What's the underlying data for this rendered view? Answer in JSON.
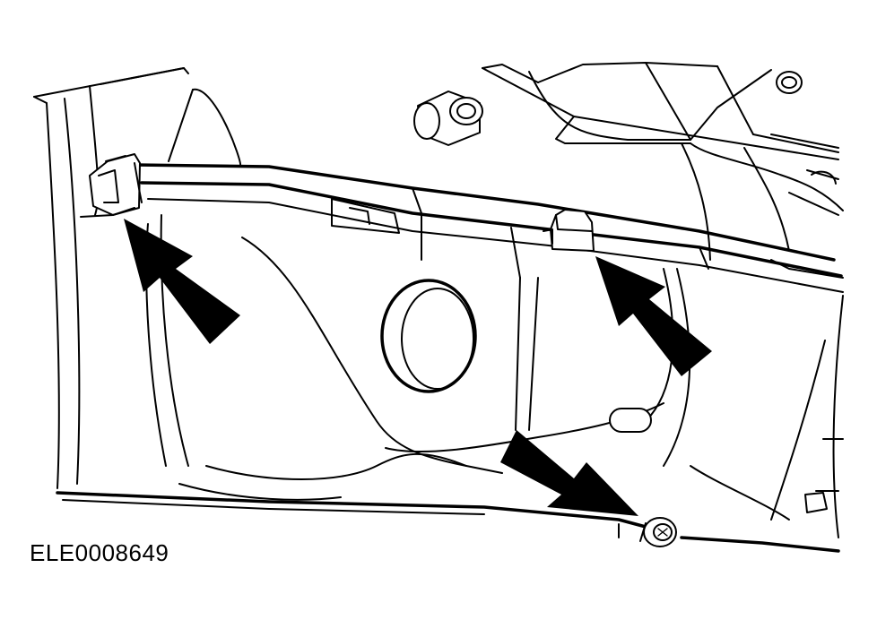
{
  "figure": {
    "reference_code": "ELE0008649"
  },
  "callouts": [
    {
      "id": "left-clip",
      "points_to": "wiring-harness-clip"
    },
    {
      "id": "center-clip",
      "points_to": "wiring-harness-clip"
    },
    {
      "id": "bolt",
      "points_to": "ground-bolt"
    }
  ],
  "colors": {
    "line": "#000000",
    "background": "#ffffff"
  }
}
